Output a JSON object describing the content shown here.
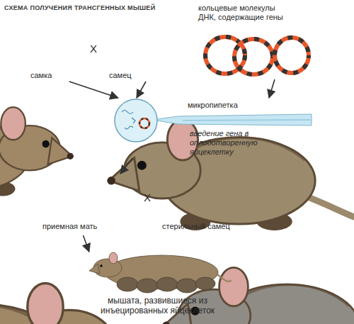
{
  "diagram": {
    "title": "СХЕМА ПОЛУЧЕНИЯ ТРАНСГЕННЫХ МЫШЕЙ",
    "nodes": [
      {
        "text": [
          "самка"
        ]
      },
      {
        "text": [
          "самец"
        ]
      },
      {
        "text": [
          "кольцевые молекулы ДНК, содержащие гены"
        ]
      },
      {
        "text": [
          "микропипетка",
          "введение гена в оплодотворенную яйцеклетку"
        ]
      },
      {
        "text": [
          "приемная мать"
        ]
      },
      {
        "text": [
          "стерильный самец"
        ]
      },
      {
        "text": [
          "мышата, развившиеся из инъецированных яйцеклеток"
        ]
      }
    ],
    "edges": [
      {
        "from": 0,
        "to": 3,
        "arrow": "to"
      },
      {
        "from": 1,
        "to": 3,
        "arrow": "to"
      },
      {
        "from": 2,
        "to": 3,
        "arrow": "to"
      },
      {
        "from": 3,
        "to": 4,
        "arrow": "to"
      },
      {
        "from": 4,
        "to": 6,
        "arrow": "to"
      }
    ],
    "labels": [
      "X",
      "X"
    ]
  }
}
